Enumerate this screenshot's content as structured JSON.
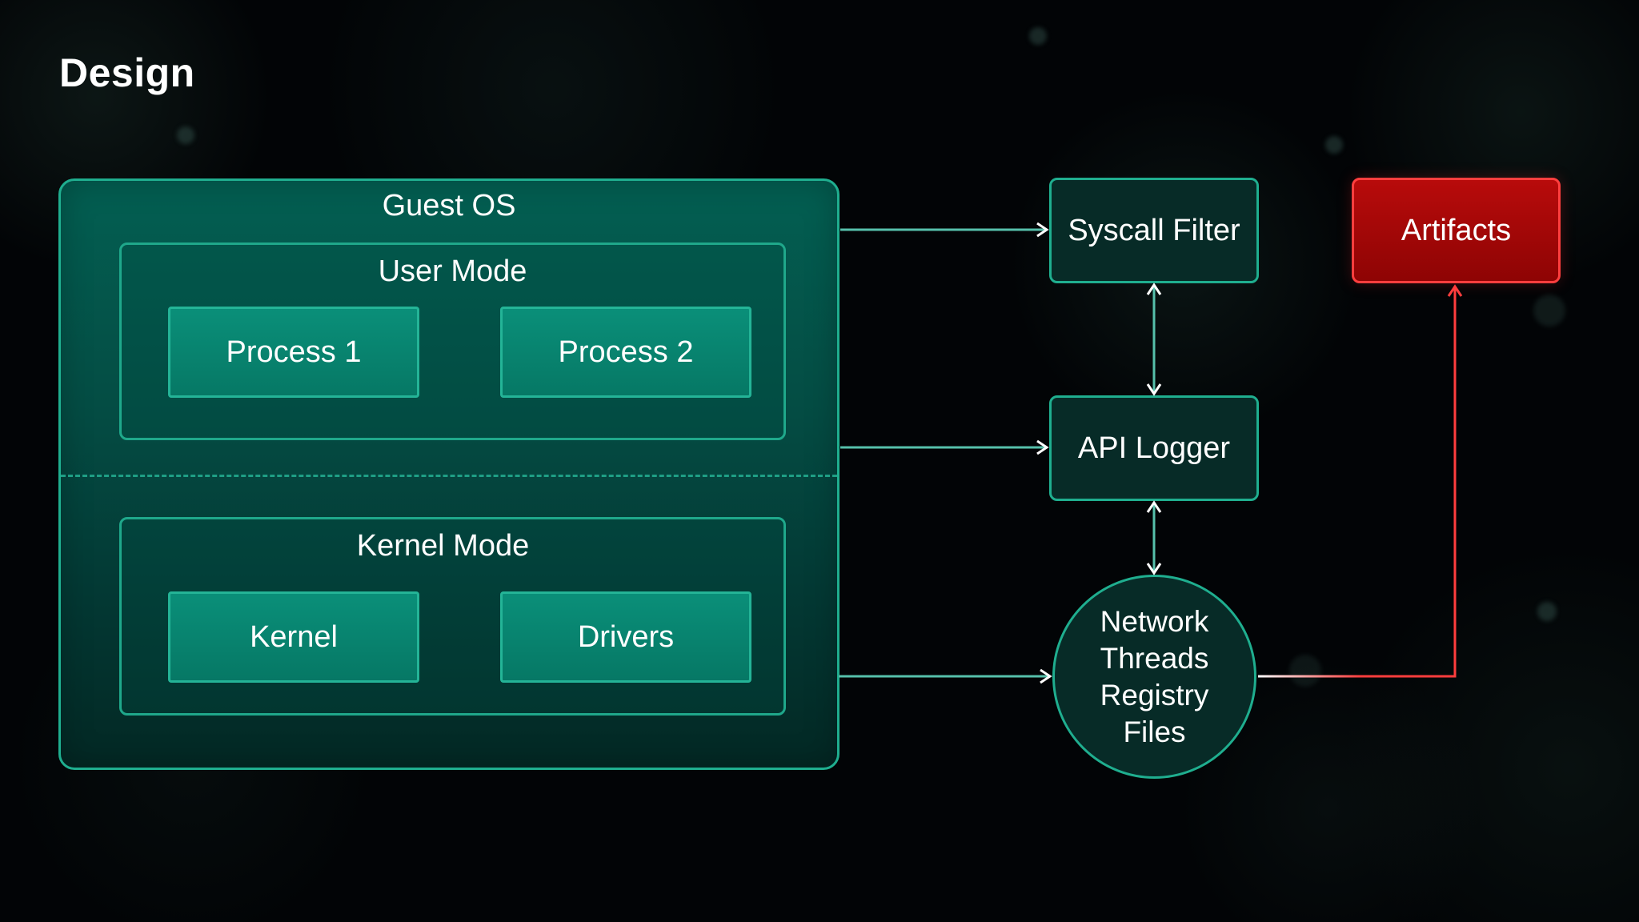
{
  "slide": {
    "title": "Design"
  },
  "guest_os": {
    "label": "Guest OS",
    "user_mode": {
      "label": "User Mode",
      "components": [
        "Process 1",
        "Process 2"
      ]
    },
    "kernel_mode": {
      "label": "Kernel Mode",
      "components": [
        "Kernel",
        "Drivers"
      ]
    }
  },
  "pipeline": {
    "syscall_filter": "Syscall Filter",
    "api_logger": "API Logger",
    "collector": {
      "lines": [
        "Network",
        "Threads",
        "Registry",
        "Files"
      ]
    },
    "artifacts": "Artifacts"
  },
  "colors": {
    "teal_border": "#1fae8f",
    "teal_fill": "#067865",
    "connector": "#4fb6a3",
    "artifacts_red": "#b80b0b",
    "artifacts_border": "#ff3e3e"
  }
}
